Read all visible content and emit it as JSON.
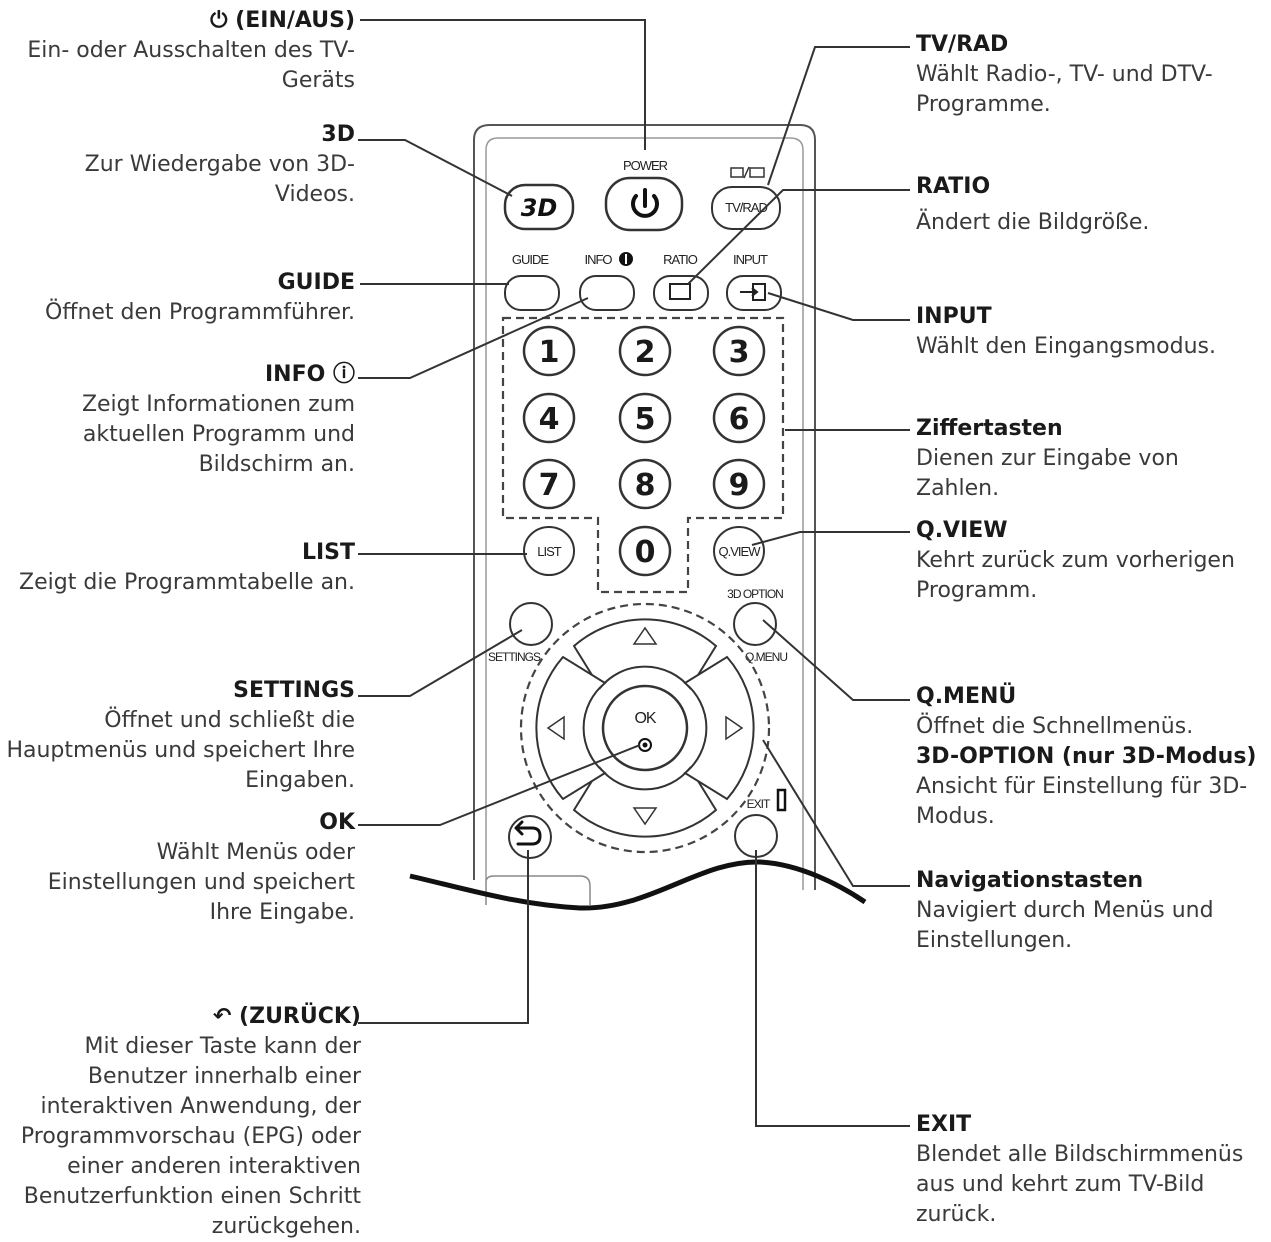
{
  "labels": {
    "power": {
      "title": "⏻ (EIN/AUS)",
      "desc": "Ein- oder Ausschalten des TV-Geräts"
    },
    "three_d": {
      "title": "3D",
      "desc": "Zur Wiedergabe von 3D-Videos."
    },
    "guide": {
      "title": "GUIDE",
      "desc": "Öffnet den Programmführer."
    },
    "info": {
      "title": "INFO ⓘ",
      "desc": "Zeigt Informationen zum aktuellen Programm und Bildschirm an."
    },
    "list": {
      "title": "LIST",
      "desc": "Zeigt die Programmtabelle an."
    },
    "settings": {
      "title": "SETTINGS",
      "desc": "Öffnet und schließt die Hauptmenüs und speichert Ihre Eingaben."
    },
    "ok": {
      "title": "OK",
      "desc": "Wählt Menüs oder Einstellungen und speichert Ihre Eingabe."
    },
    "back": {
      "title": "↶ (ZURÜCK)",
      "desc": "Mit dieser Taste kann der Benutzer innerhalb einer interaktiven Anwendung, der Programmvorschau (EPG) oder einer anderen interaktiven Benutzerfunktion einen Schritt zurückgehen."
    },
    "tvrad": {
      "title": "TV/RAD",
      "desc": "Wählt Radio-, TV- und DTV-Programme."
    },
    "ratio": {
      "title": "RATIO",
      "desc": "Ändert die Bildgröße."
    },
    "input": {
      "title": "INPUT",
      "desc": "Wählt den Eingangsmodus."
    },
    "digits": {
      "title": "Ziffertasten",
      "desc": "Dienen zur Eingabe von Zahlen."
    },
    "qview": {
      "title": "Q.VIEW",
      "desc": "Kehrt zurück zum vorherigen Programm."
    },
    "qmenu": {
      "title": "Q.MENÜ",
      "desc": "Öffnet die Schnellmenüs.",
      "title2": "3D-OPTION (nur 3D-Modus)",
      "desc2": "Ansicht für Einstellung für 3D-Modus."
    },
    "nav": {
      "title": "Navigationstasten",
      "desc": "Navigiert durch Menüs und Einstellungen."
    },
    "exit": {
      "title": "EXIT",
      "desc": "Blendet alle Bildschirmmenüs aus und kehrt zum TV-Bild zurück."
    }
  },
  "remote": {
    "power_label": "POWER",
    "three_d_label": "3D",
    "tvrad_label": "TV/RAD",
    "guide_label": "GUIDE",
    "info_label": "INFO",
    "ratio_label": "RATIO",
    "input_label": "INPUT",
    "list_label": "LIST",
    "qview_label": "Q.VIEW",
    "three_d_option_label": "3D OPTION",
    "settings_label": "SETTINGS",
    "qmenu_label": "Q.MENU",
    "ok_label": "OK",
    "exit_label": "EXIT",
    "digits": [
      "1",
      "2",
      "3",
      "4",
      "5",
      "6",
      "7",
      "8",
      "9",
      "0"
    ]
  }
}
